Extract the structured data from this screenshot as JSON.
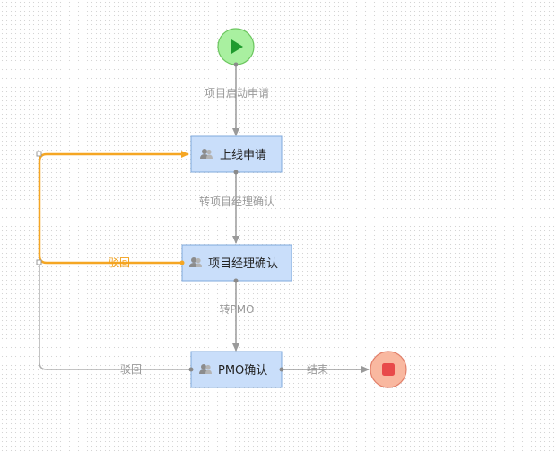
{
  "flow": {
    "start_event": {
      "icon": "play-icon"
    },
    "end_event": {
      "icon": "stop-icon"
    },
    "tasks": {
      "launch_request": {
        "label": "上线申请",
        "icon": "users-icon"
      },
      "pm_confirm": {
        "label": "项目经理确认",
        "icon": "users-icon"
      },
      "pmo_confirm": {
        "label": "PMO确认",
        "icon": "users-icon"
      }
    },
    "edges": {
      "start_to_launch": "项目启动申请",
      "launch_to_pm": "转项目经理确认",
      "pm_to_pmo": "转PMO",
      "pm_reject": "驳回",
      "pmo_reject": "驳回",
      "pmo_to_end": "结束"
    },
    "colors": {
      "start_fill": "#a9f0a0",
      "start_stroke": "#6cc65f",
      "end_fill": "#f9b8a0",
      "end_stroke": "#e2806a",
      "task_fill": "#c9defa",
      "task_stroke": "#7fa9dc",
      "edge": "#9a9a9a",
      "highlight_edge": "#f5a623"
    }
  }
}
